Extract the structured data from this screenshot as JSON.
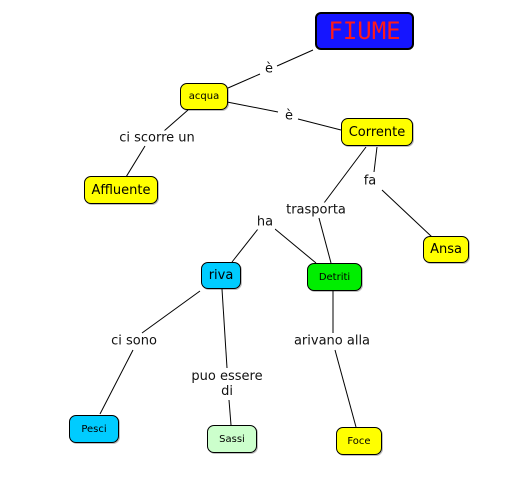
{
  "colors": {
    "title_fill": "#1515ff",
    "title_text": "#ff1a1a",
    "yellow": "#ffff00",
    "blue": "#00ccff",
    "green": "#00ee00",
    "light_green": "#ccffcc",
    "line": "#000000"
  },
  "nodes": {
    "fiume": "FIUME",
    "acqua": "acqua",
    "corrente": "Corrente",
    "affluente": "Affluente",
    "ansa": "Ansa",
    "riva": "riva",
    "detriti": "Detriti",
    "pesci": "Pesci",
    "sassi": "Sassi",
    "foce": "Foce"
  },
  "links": {
    "e1": "è",
    "e2": "è",
    "ci_scorre_un": "ci scorre un",
    "fa": "fa",
    "trasporta": "trasporta",
    "ha": "ha",
    "ci_sono": "ci sono",
    "puo_essere_di": "puo essere\ndi",
    "arivano_alla": "arivano alla"
  }
}
